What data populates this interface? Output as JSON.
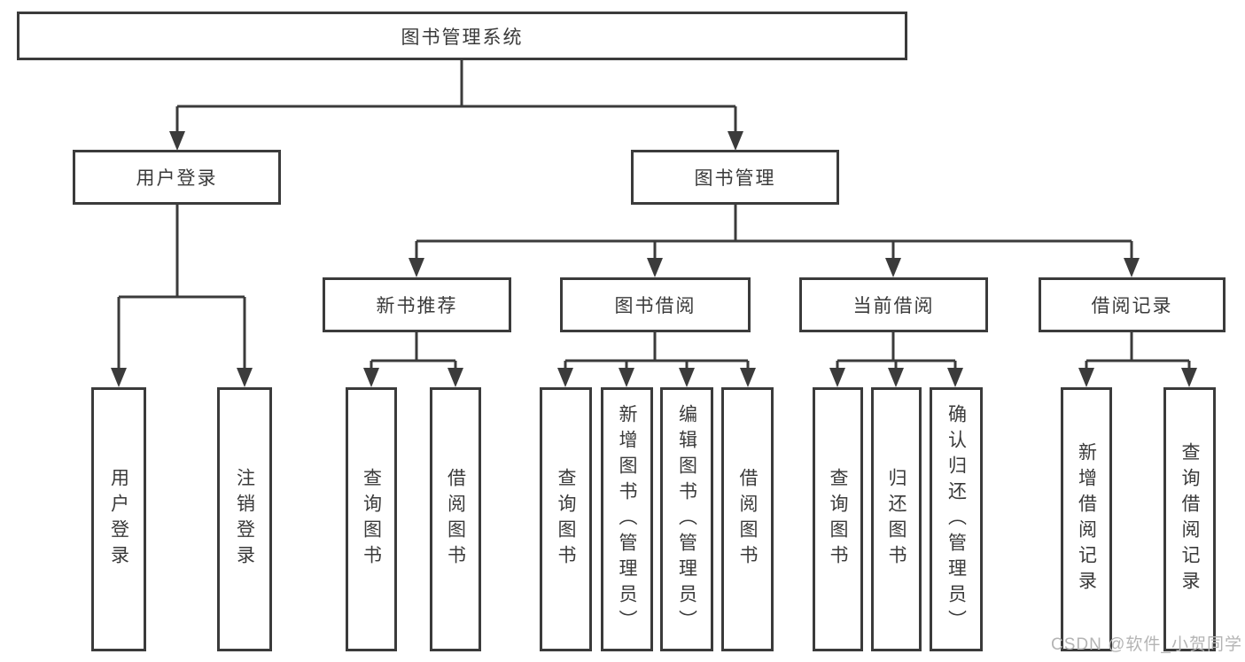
{
  "tree": {
    "root": "图书管理系统",
    "branches": [
      {
        "label": "用户登录",
        "children": [
          "用户登录",
          "注销登录"
        ]
      },
      {
        "label": "图书管理",
        "groups": [
          {
            "label": "新书推荐",
            "children": [
              "查询图书",
              "借阅图书"
            ]
          },
          {
            "label": "图书借阅",
            "children": [
              "查询图书",
              "新增图书（管理员）",
              "编辑图书（管理员）",
              "借阅图书"
            ]
          },
          {
            "label": "当前借阅",
            "children": [
              "查询图书",
              "归还图书",
              "确认归还（管理员）"
            ]
          },
          {
            "label": "借阅记录",
            "children": [
              "新增借阅记录",
              "查询借阅记录"
            ]
          }
        ]
      }
    ]
  },
  "watermark": "CSDN @软件_小贺同学",
  "colors": {
    "line": "#3b3b3b",
    "text": "#3a3a3a",
    "watermark": "#b4b4b4",
    "background": "#ffffff"
  }
}
